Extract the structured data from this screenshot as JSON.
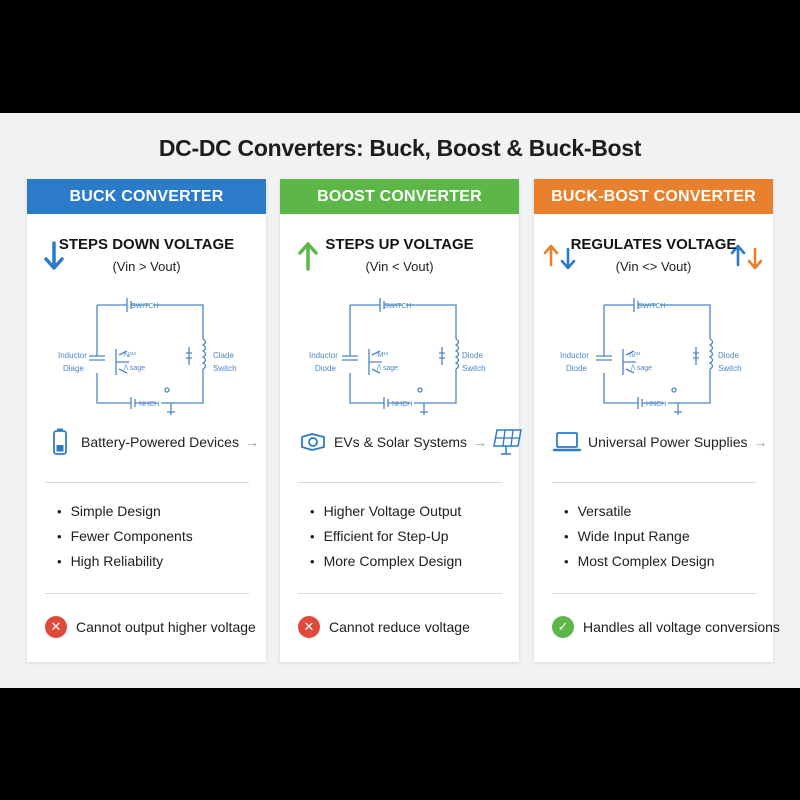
{
  "title": "DC-DC Converters: Buck, Boost & Buck-Bost",
  "colors": {
    "buck": "#2b7bc8",
    "boost": "#5cb648",
    "buckboost": "#e9802e",
    "error": "#e04a3b",
    "ok": "#5cb648"
  },
  "cards": [
    {
      "header": "BUCK CONVERTER",
      "headline": "STEPS DOWN VOLTAGE",
      "relation": "(Vin > Vout)",
      "direction_icon": "arrow-down-icon",
      "circuit": {
        "switch": "SWITCH",
        "left_top": "Inductor",
        "left_bottom": "Diage",
        "center_top": "N/³³",
        "center_bottom": "/\\ sage",
        "right_top": "Clade",
        "right_bottom": "Switch",
        "bottom": "NHCH"
      },
      "application": {
        "icon": "battery-icon",
        "label": "Battery-Powered Devices"
      },
      "features": [
        "Simple Design",
        "Fewer Components",
        "High Reliability"
      ],
      "verdict": {
        "status": "negative",
        "icon": "x-circle-icon",
        "text": "Cannot output higher voltage"
      }
    },
    {
      "header": "BOOST CONVERTER",
      "headline": "STEPS UP VOLTAGE",
      "relation": "(Vin < Vout)",
      "direction_icon": "arrow-up-icon",
      "circuit": {
        "switch": "SWITCH",
        "left_top": "Inductor",
        "left_bottom": "Diode",
        "center_top": "·M³³",
        "center_bottom": "/\\ sage",
        "right_top": "Diode",
        "right_bottom": "Switch",
        "bottom": "NHCH"
      },
      "application": {
        "icon": "ev-solar-icon",
        "label": "EVs & Solar Systems"
      },
      "features": [
        "Higher Voltage Output",
        "Efficient for Step-Up",
        "More Complex Design"
      ],
      "verdict": {
        "status": "negative",
        "icon": "x-circle-icon",
        "text": "Cannot reduce voltage"
      }
    },
    {
      "header": "BUCK-BOST CONVERTER",
      "headline": "REGULATES VOLTAGE",
      "relation": "(Vin <> Vout)",
      "direction_icon": "arrows-up-down-icon",
      "circuit": {
        "switch": "SWITCH",
        "left_top": "Inductor",
        "left_bottom": "Diode",
        "center_top": "IV³³",
        "center_bottom": "/\\ sage",
        "right_top": "Diode",
        "right_bottom": "Switch",
        "bottom": "HNCH"
      },
      "application": {
        "icon": "laptop-icon",
        "label": "Universal Power Supplies"
      },
      "features": [
        "Versatile",
        "Wide Input Range",
        "Most Complex Design"
      ],
      "verdict": {
        "status": "positive",
        "icon": "check-circle-icon",
        "text": "Handles all voltage conversions"
      }
    }
  ]
}
